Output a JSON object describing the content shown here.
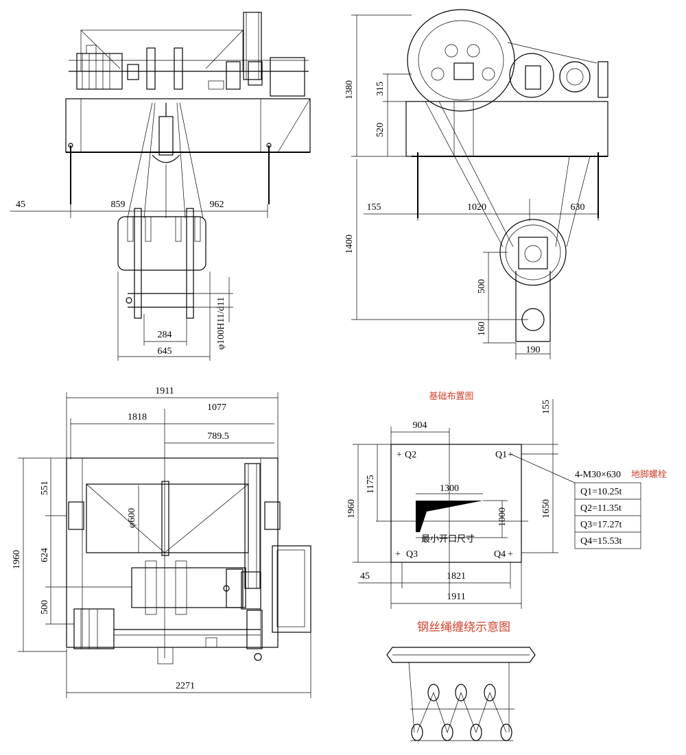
{
  "front_view": {
    "dims": {
      "left_offset": "45",
      "left_span": "859",
      "right_span": "962",
      "bottom_inner": "284",
      "bottom_outer": "645",
      "shaft_dia": "φ100H11/d11"
    }
  },
  "side_view": {
    "dims": {
      "total_height": "1380",
      "upper_h": "315",
      "mid_h": "520",
      "left_offset": "155",
      "span": "1020",
      "right_span": "630",
      "lower_h": "1400",
      "sheave_h": "500",
      "bottom_h": "160",
      "bottom_w": "190"
    }
  },
  "plan_view": {
    "dims": {
      "total_w": "1911",
      "w_1818": "1818",
      "w_1077": "1077",
      "w_789": "789.5",
      "drum_dia": "φ600",
      "total_h": "1960",
      "h_551": "551",
      "h_624": "624",
      "h_500": "500",
      "base_w": "2271"
    }
  },
  "foundation": {
    "title": "基础布置图",
    "dims": {
      "top_904": "904",
      "right_155": "155",
      "h_1175": "1175",
      "h_1960": "1960",
      "w_1300": "1300",
      "h_1000": "1000",
      "h_1650": "1650",
      "left_45": "45",
      "w_1821": "1821",
      "w_1911": "1911"
    },
    "points": {
      "q1": "Q1",
      "q2": "Q2",
      "q3": "Q3",
      "q4": "Q4"
    },
    "opening_label": "最小开口尺寸",
    "bolt_spec": "4-M30×630",
    "bolt_label": "地脚螺栓",
    "loads": [
      "Q1=10.25t",
      "Q2=11.35t",
      "Q3=17.27t",
      "Q4=15.53t"
    ]
  },
  "rope_diagram": {
    "title": "钢丝绳缠绕示意图"
  }
}
